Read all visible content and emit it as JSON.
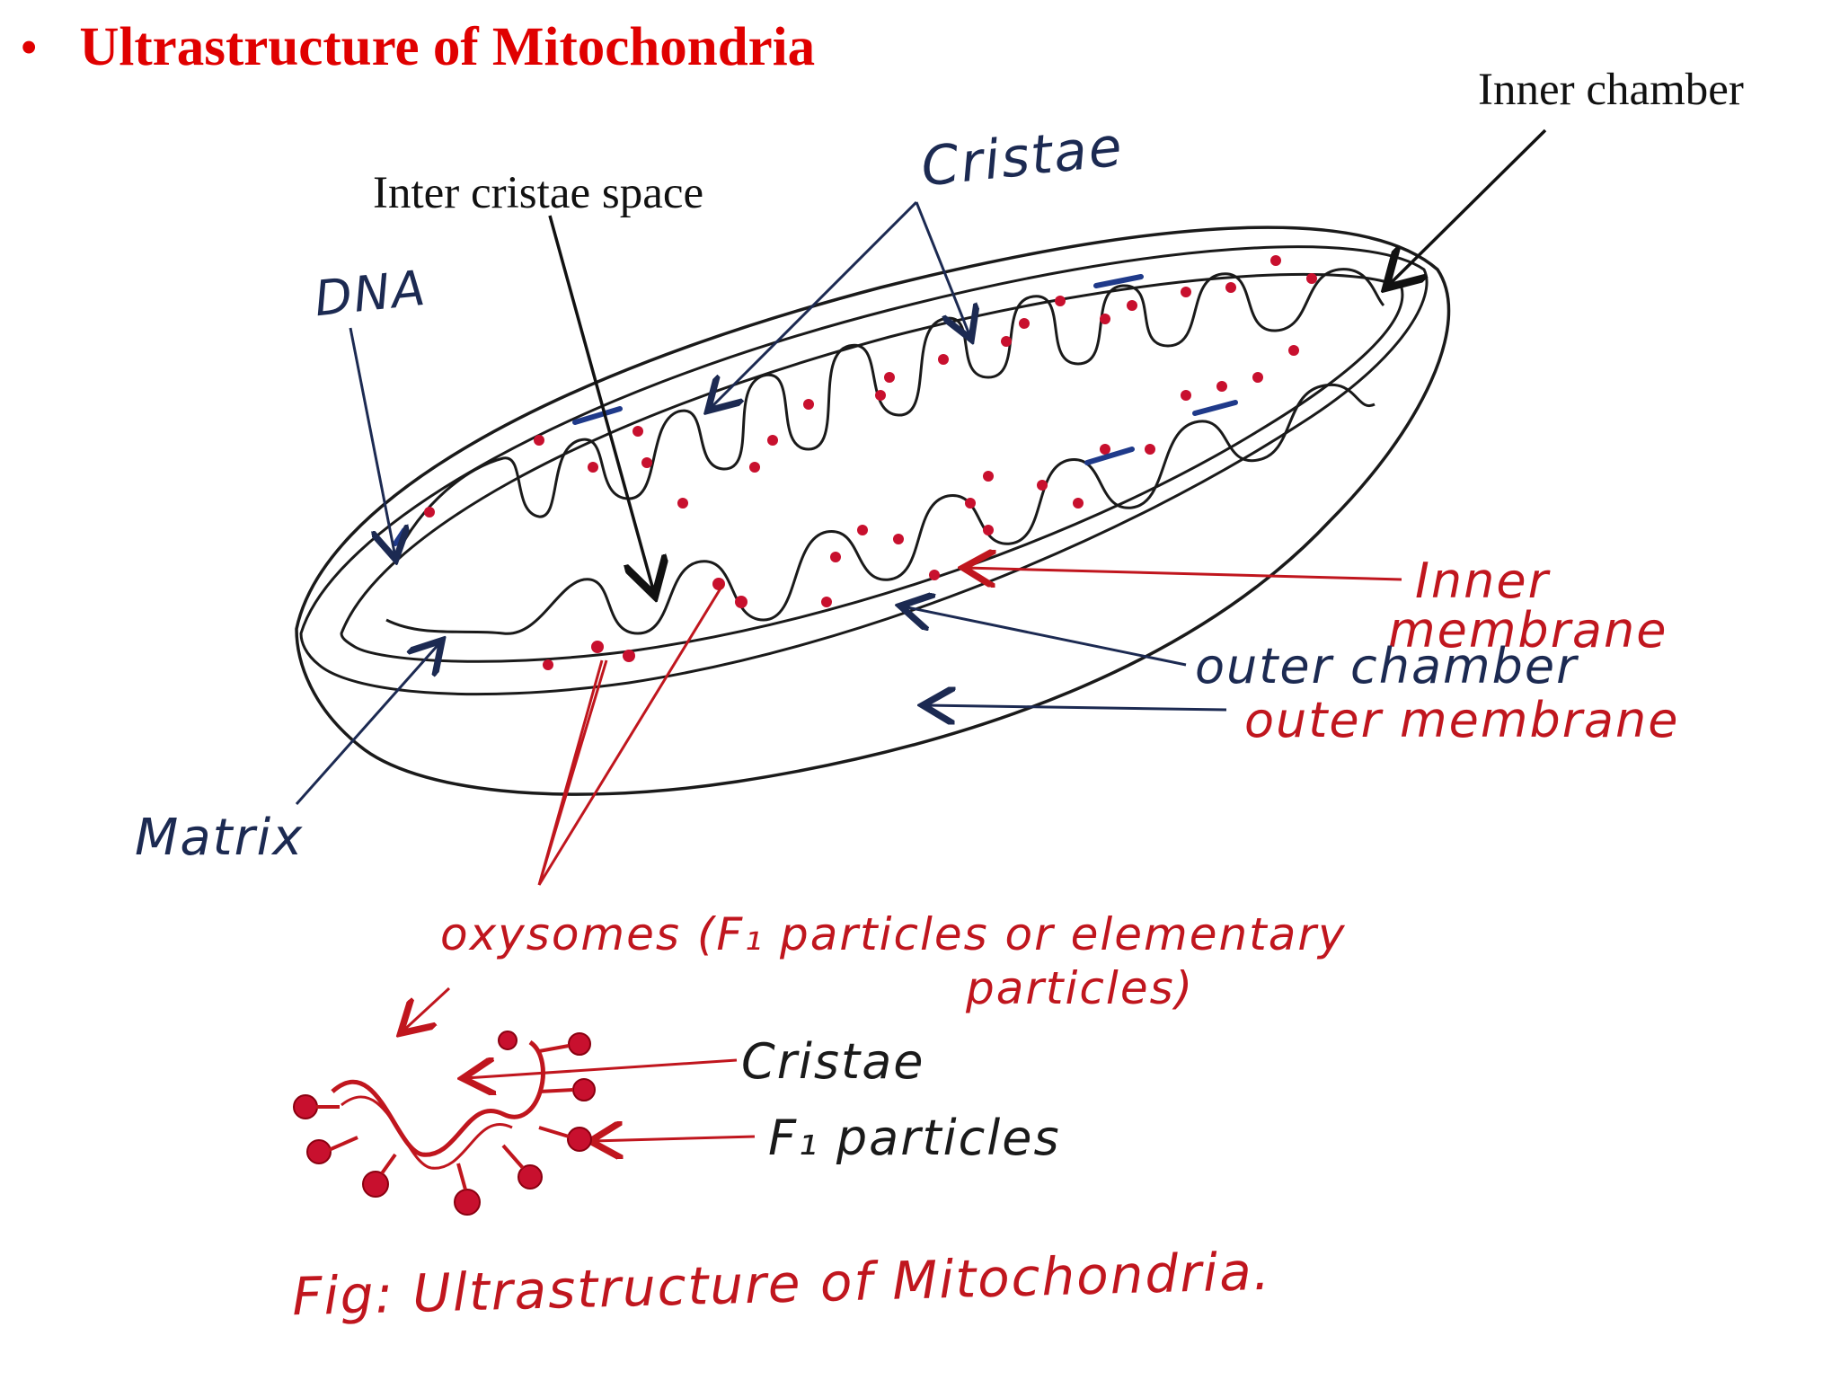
{
  "header": {
    "bullet": "•",
    "title": "Ultrastructure of Mitochondria"
  },
  "labels": {
    "inner_chamber": "Inner chamber",
    "inter_cristae_space": "Inter cristae space",
    "cristae_top": "Cristae",
    "dna": "DNA",
    "inner_membrane_line1": "Inner",
    "inner_membrane_line2": "membrane",
    "outer_chamber": "outer chamber",
    "outer_membrane": "outer membrane",
    "matrix": "Matrix",
    "oxysomes_line1": "oxysomes (F₁ particles or elementary",
    "oxysomes_line2": "particles)",
    "cristae_detail": "Cristae",
    "f1_particles": "F₁ particles",
    "caption": "Fig: Ultrastructure of Mitochondria."
  },
  "colors": {
    "title_red": "#e00000",
    "ink_black": "#1a1a1a",
    "ink_navy": "#1c2a52",
    "ink_red": "#c0161e",
    "particle_red": "#c8102e",
    "dna_blue": "#1f3a8a"
  }
}
